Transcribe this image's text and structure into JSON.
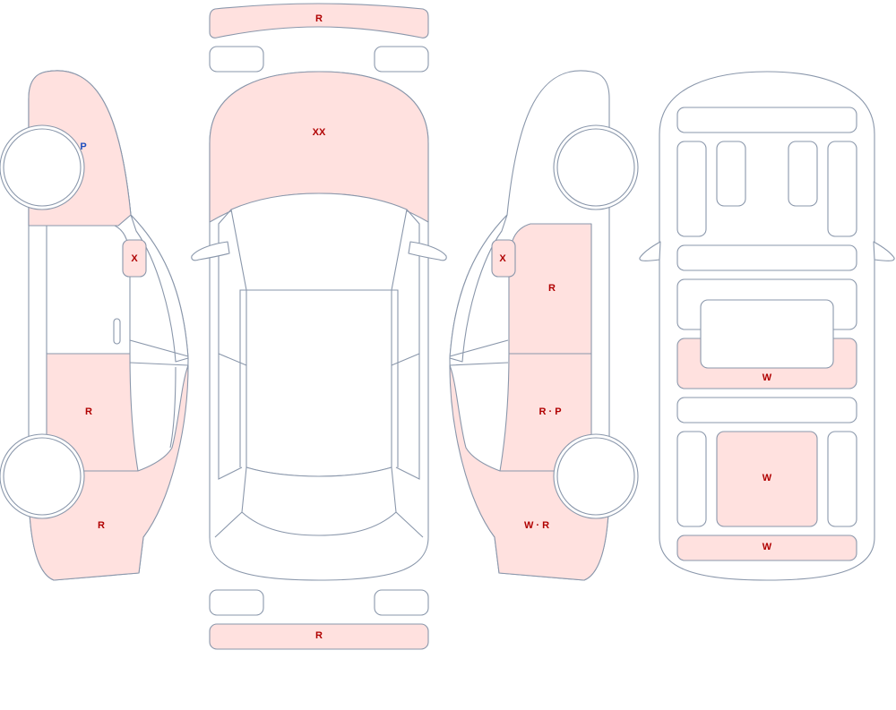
{
  "colors": {
    "outline": "#8a97ab",
    "damaged_fill": "#ffe1df",
    "mark_red": "#b00000",
    "mark_blue": "#1f4fbf"
  },
  "marks": {
    "front_bumper": "R",
    "hood": "XX",
    "rear_bumper": "R",
    "left_front_fender": "P",
    "left_mirror": "X",
    "left_rear_door": "R",
    "left_rear_quarter": "R",
    "right_mirror": "X",
    "right_front_door": "R",
    "right_rear_door": "R · P",
    "right_rear_quarter": "W · R",
    "underbody_mid": "W",
    "underbody_center": "W",
    "underbody_rear": "W"
  }
}
